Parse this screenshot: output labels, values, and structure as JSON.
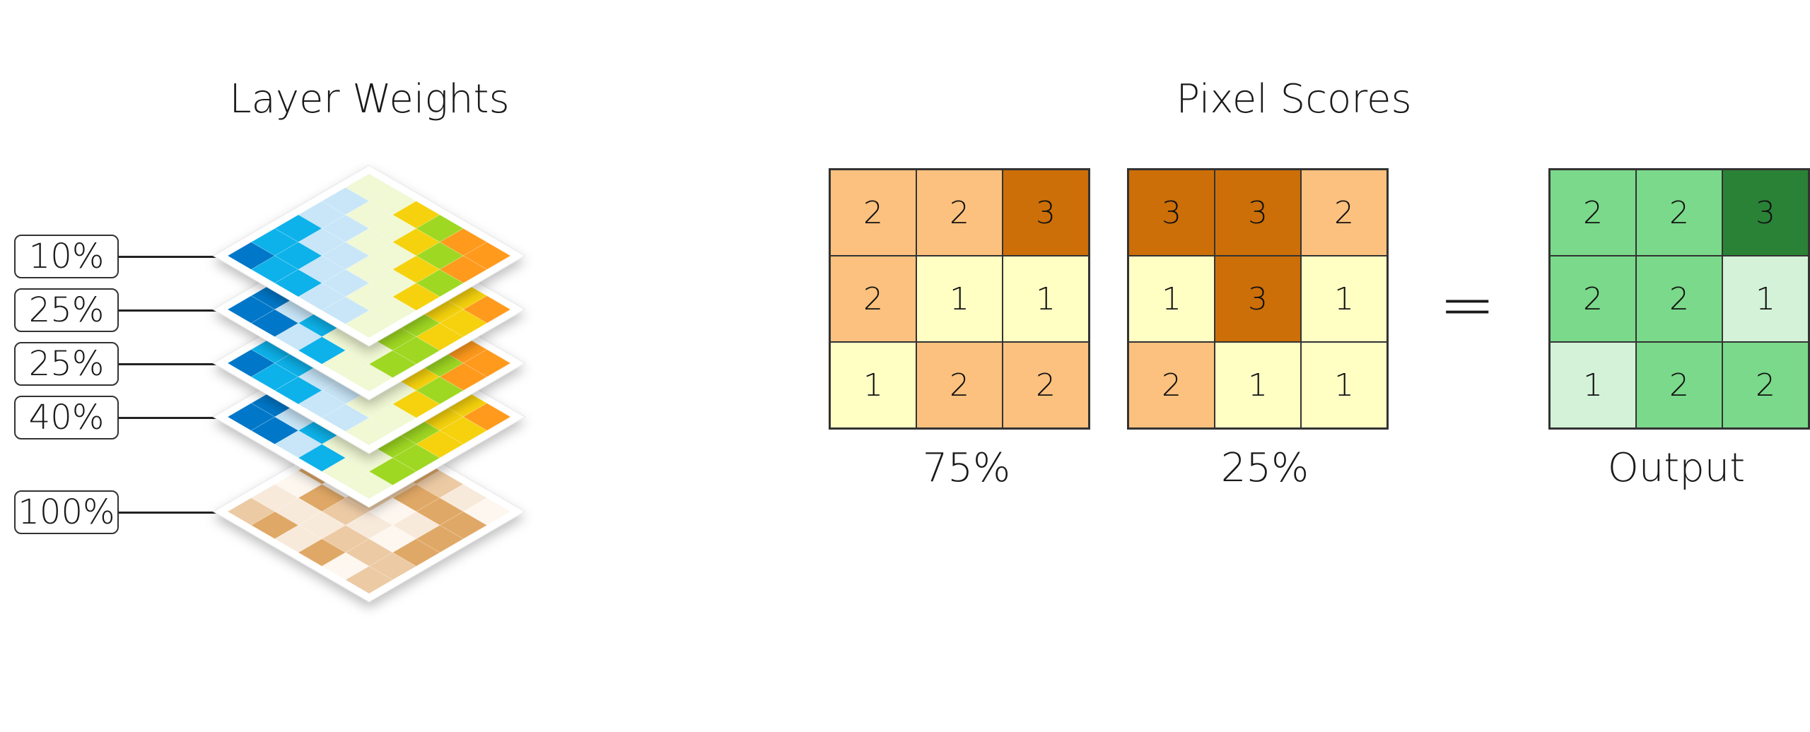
{
  "titles": {
    "left": "Layer Weights",
    "right": "Pixel Scores"
  },
  "layer_weights": [
    "10%",
    "25%",
    "25%",
    "40%",
    "100%"
  ],
  "grids": [
    {
      "caption": "75%",
      "values": [
        2,
        2,
        3,
        2,
        1,
        1,
        1,
        2,
        2
      ],
      "palette": {
        "1": "#ffffc4",
        "2": "#fcc17e",
        "3": "#cc6f08"
      }
    },
    {
      "caption": "25%",
      "values": [
        3,
        3,
        2,
        1,
        3,
        1,
        2,
        1,
        1
      ],
      "palette": {
        "1": "#ffffc4",
        "2": "#fcc17e",
        "3": "#cc6f08"
      }
    }
  ],
  "equals_sign": "=",
  "output": {
    "caption": "Output",
    "values": [
      2,
      2,
      3,
      2,
      2,
      1,
      1,
      2,
      2
    ],
    "palette": {
      "1": "#d4f2d7",
      "2": "#7ad98a",
      "3": "#2a8237"
    }
  },
  "colors": {
    "layer_palette": [
      "#ff9a1f",
      "#f5d20a",
      "#9fd824",
      "#f0f8d4",
      "#c8e6f8",
      "#10b2ea",
      "#0077c8"
    ],
    "base_palette": [
      "#f8eadb",
      "#eccaa4",
      "#e0a866",
      "#fdf7f0"
    ]
  }
}
